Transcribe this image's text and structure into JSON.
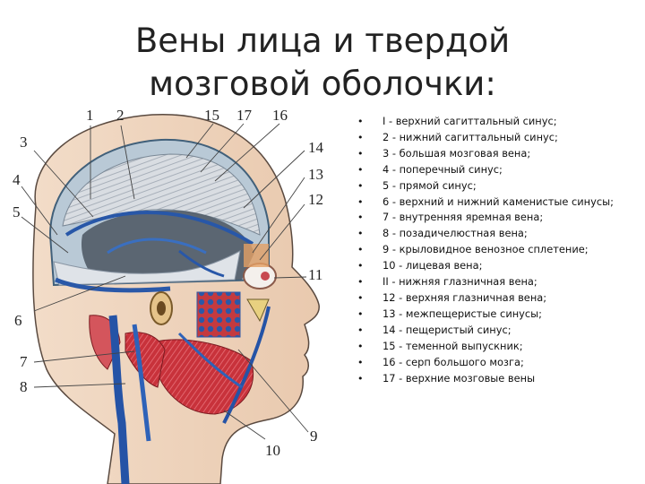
{
  "title": "Вены лица и твердой мозговой оболочки:",
  "figure": {
    "labels": [
      "1",
      "2",
      "3",
      "4",
      "5",
      "6",
      "7",
      "8",
      "9",
      "10",
      "11",
      "12",
      "13",
      "14",
      "15",
      "16",
      "17"
    ]
  },
  "legend": [
    "I - верхний сагиттальный синус;",
    "2 - нижний сагиттальный синус;",
    "3 - большая мозговая вена;",
    " 4 - поперечный синус;",
    "5 - прямой синус;",
    " 6 - верхний и нижний каменистые синусы;",
    " 7 - внутренняя яремная вена;",
    " 8 - позадичелюстная вена;",
    "9 - крыловидное венозное сплетение;",
    "10 - лицевая вена;",
    "II - нижняя глазничная вена;",
    "12 - верхняя глазничная вена;",
    "13 - межпещеристые синусы;",
    " 14 - пещеристый синус;",
    " 15 - теменной выпускник;",
    " 16 - серп большого мозга;",
    " 17 - верхние мозговые вены"
  ]
}
